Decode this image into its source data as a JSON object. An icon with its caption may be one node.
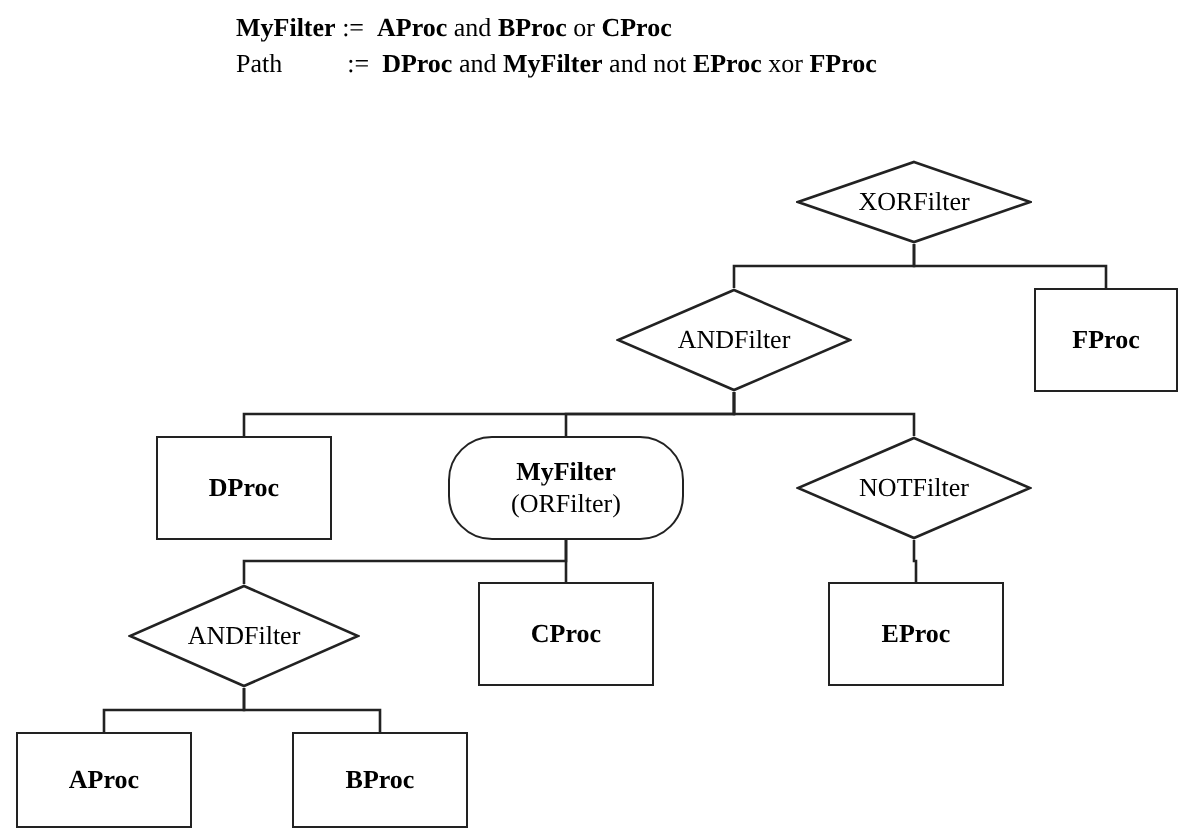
{
  "diagram": {
    "nodes": [
      {
        "text": [
          "XORFilter"
        ]
      },
      {
        "text": [
          "ANDFilter"
        ]
      },
      {
        "text": [
          "FProc"
        ]
      },
      {
        "text": [
          "DProc"
        ]
      },
      {
        "text": [
          "MyFilter",
          "(ORFilter)"
        ]
      },
      {
        "text": [
          "NOTFilter"
        ]
      },
      {
        "text": [
          "ANDFilter"
        ]
      },
      {
        "text": [
          "CProc"
        ]
      },
      {
        "text": [
          "EProc"
        ]
      },
      {
        "text": [
          "AProc"
        ]
      },
      {
        "text": [
          "BProc"
        ]
      }
    ],
    "edges": [
      {
        "from": 0,
        "to": 1,
        "arrow": "none"
      },
      {
        "from": 0,
        "to": 2,
        "arrow": "none"
      },
      {
        "from": 1,
        "to": 3,
        "arrow": "none"
      },
      {
        "from": 1,
        "to": 4,
        "arrow": "none"
      },
      {
        "from": 1,
        "to": 5,
        "arrow": "none"
      },
      {
        "from": 4,
        "to": 6,
        "arrow": "none"
      },
      {
        "from": 4,
        "to": 7,
        "arrow": "none"
      },
      {
        "from": 5,
        "to": 8,
        "arrow": "none"
      },
      {
        "from": 6,
        "to": 9,
        "arrow": "none"
      },
      {
        "from": 6,
        "to": 10,
        "arrow": "none"
      }
    ],
    "labels": [
      "**MyFilter** :=  **AProc** and **BProc** or **CProc**",
      "Path          :=  **DProc** and **MyFilter** and not **EProc** xor **FProc**"
    ]
  }
}
